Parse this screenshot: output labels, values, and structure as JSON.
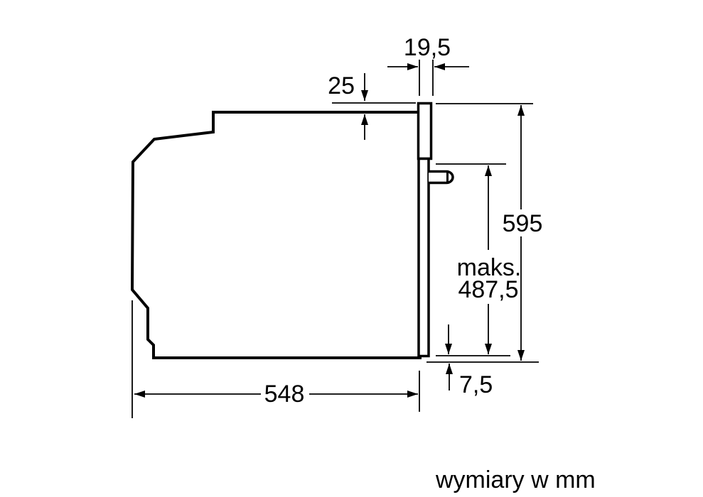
{
  "diagram": {
    "unit_note": "wymiary w mm",
    "colors": {
      "line": "#000000",
      "background": "#ffffff"
    },
    "labels": {
      "panel_thickness": "19,5",
      "top_clearance": "25",
      "total_height": "595",
      "max_prefix": "maks.",
      "max_height": "487,5",
      "bottom_clearance": "7,5",
      "depth": "548"
    }
  }
}
